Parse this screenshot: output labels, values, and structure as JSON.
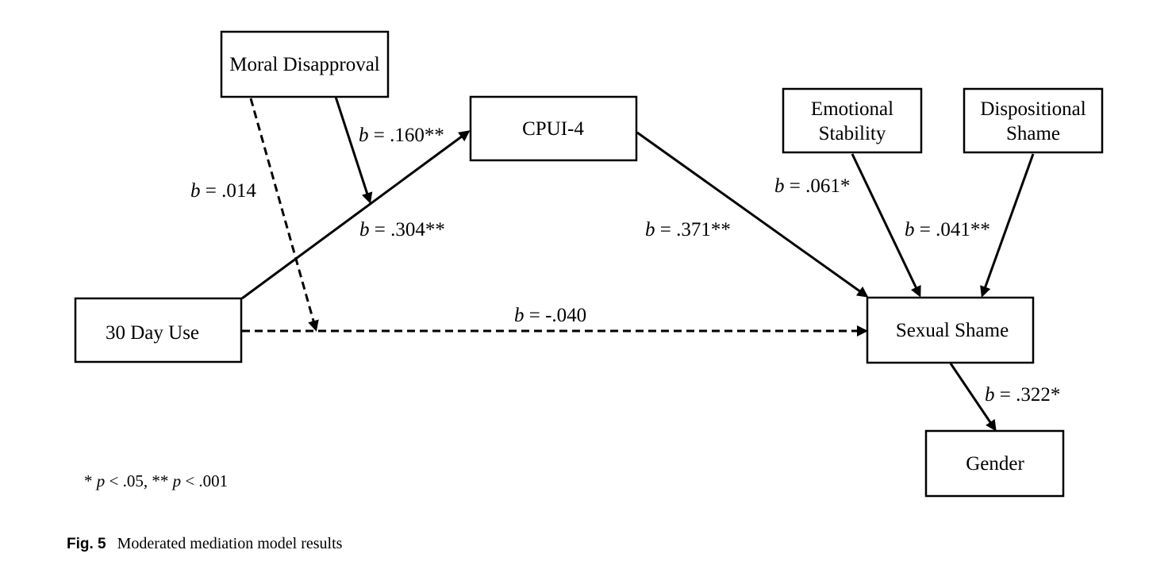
{
  "nodes": {
    "moral_disapproval": "Moral Disapproval",
    "cpui4": "CPUI-4",
    "emotional_stability": [
      "Emotional",
      "Stability"
    ],
    "dispositional_shame": [
      "Dispositional",
      "Shame"
    ],
    "thirty_day_use": "30 Day Use",
    "sexual_shame": "Sexual Shame",
    "gender": "Gender"
  },
  "edges": {
    "moral_to_path_a": {
      "coef": "b",
      "value": " = .160**",
      "style": "solid"
    },
    "moral_to_path_c": {
      "coef": "b",
      "value": " = .014",
      "style": "dashed"
    },
    "use_to_cpui": {
      "coef": "b",
      "value": " = .304**",
      "style": "solid"
    },
    "cpui_to_shame": {
      "coef": "b",
      "value": " = .371**",
      "style": "solid"
    },
    "stability_to_shame": {
      "coef": "b",
      "value": " = .061*",
      "style": "solid"
    },
    "dispositional_to_shame": {
      "coef": "b",
      "value": " = .041**",
      "style": "solid"
    },
    "use_to_shame": {
      "coef": "b",
      "value": " = -.040",
      "style": "dashed"
    },
    "shame_to_gender": {
      "coef": "b",
      "value": " = .322*",
      "style": "solid"
    }
  },
  "significance_note": {
    "part1": "* ",
    "p1": "p",
    "part2": " < .05, ** ",
    "p2": "p",
    "part3": " < .001"
  },
  "caption": {
    "label": "Fig. 5",
    "text": "Moderated mediation model results"
  }
}
